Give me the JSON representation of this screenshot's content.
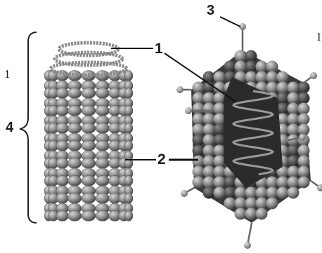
{
  "labels": {
    "side_number": "1",
    "brace_number": "4",
    "helix_label": "1",
    "capsomere_label": "2",
    "spike_label": "3",
    "corner_mark": "I"
  },
  "structures": [
    {
      "id": "helical-virion",
      "shape": "cylinder of capsomeres around a coiled nucleic acid"
    },
    {
      "id": "icosahedral-virion",
      "shape": "cut-away icosahedral capsid with inner coiled nucleic acid and surface spikes"
    }
  ],
  "colors": {
    "capsomere": "#8c8c8c",
    "capsomere_dark": "#4a4a4a",
    "capsomere_light": "#c4c4c4",
    "nucleic_acid": "#9a9a9a",
    "lines": "#111111"
  }
}
